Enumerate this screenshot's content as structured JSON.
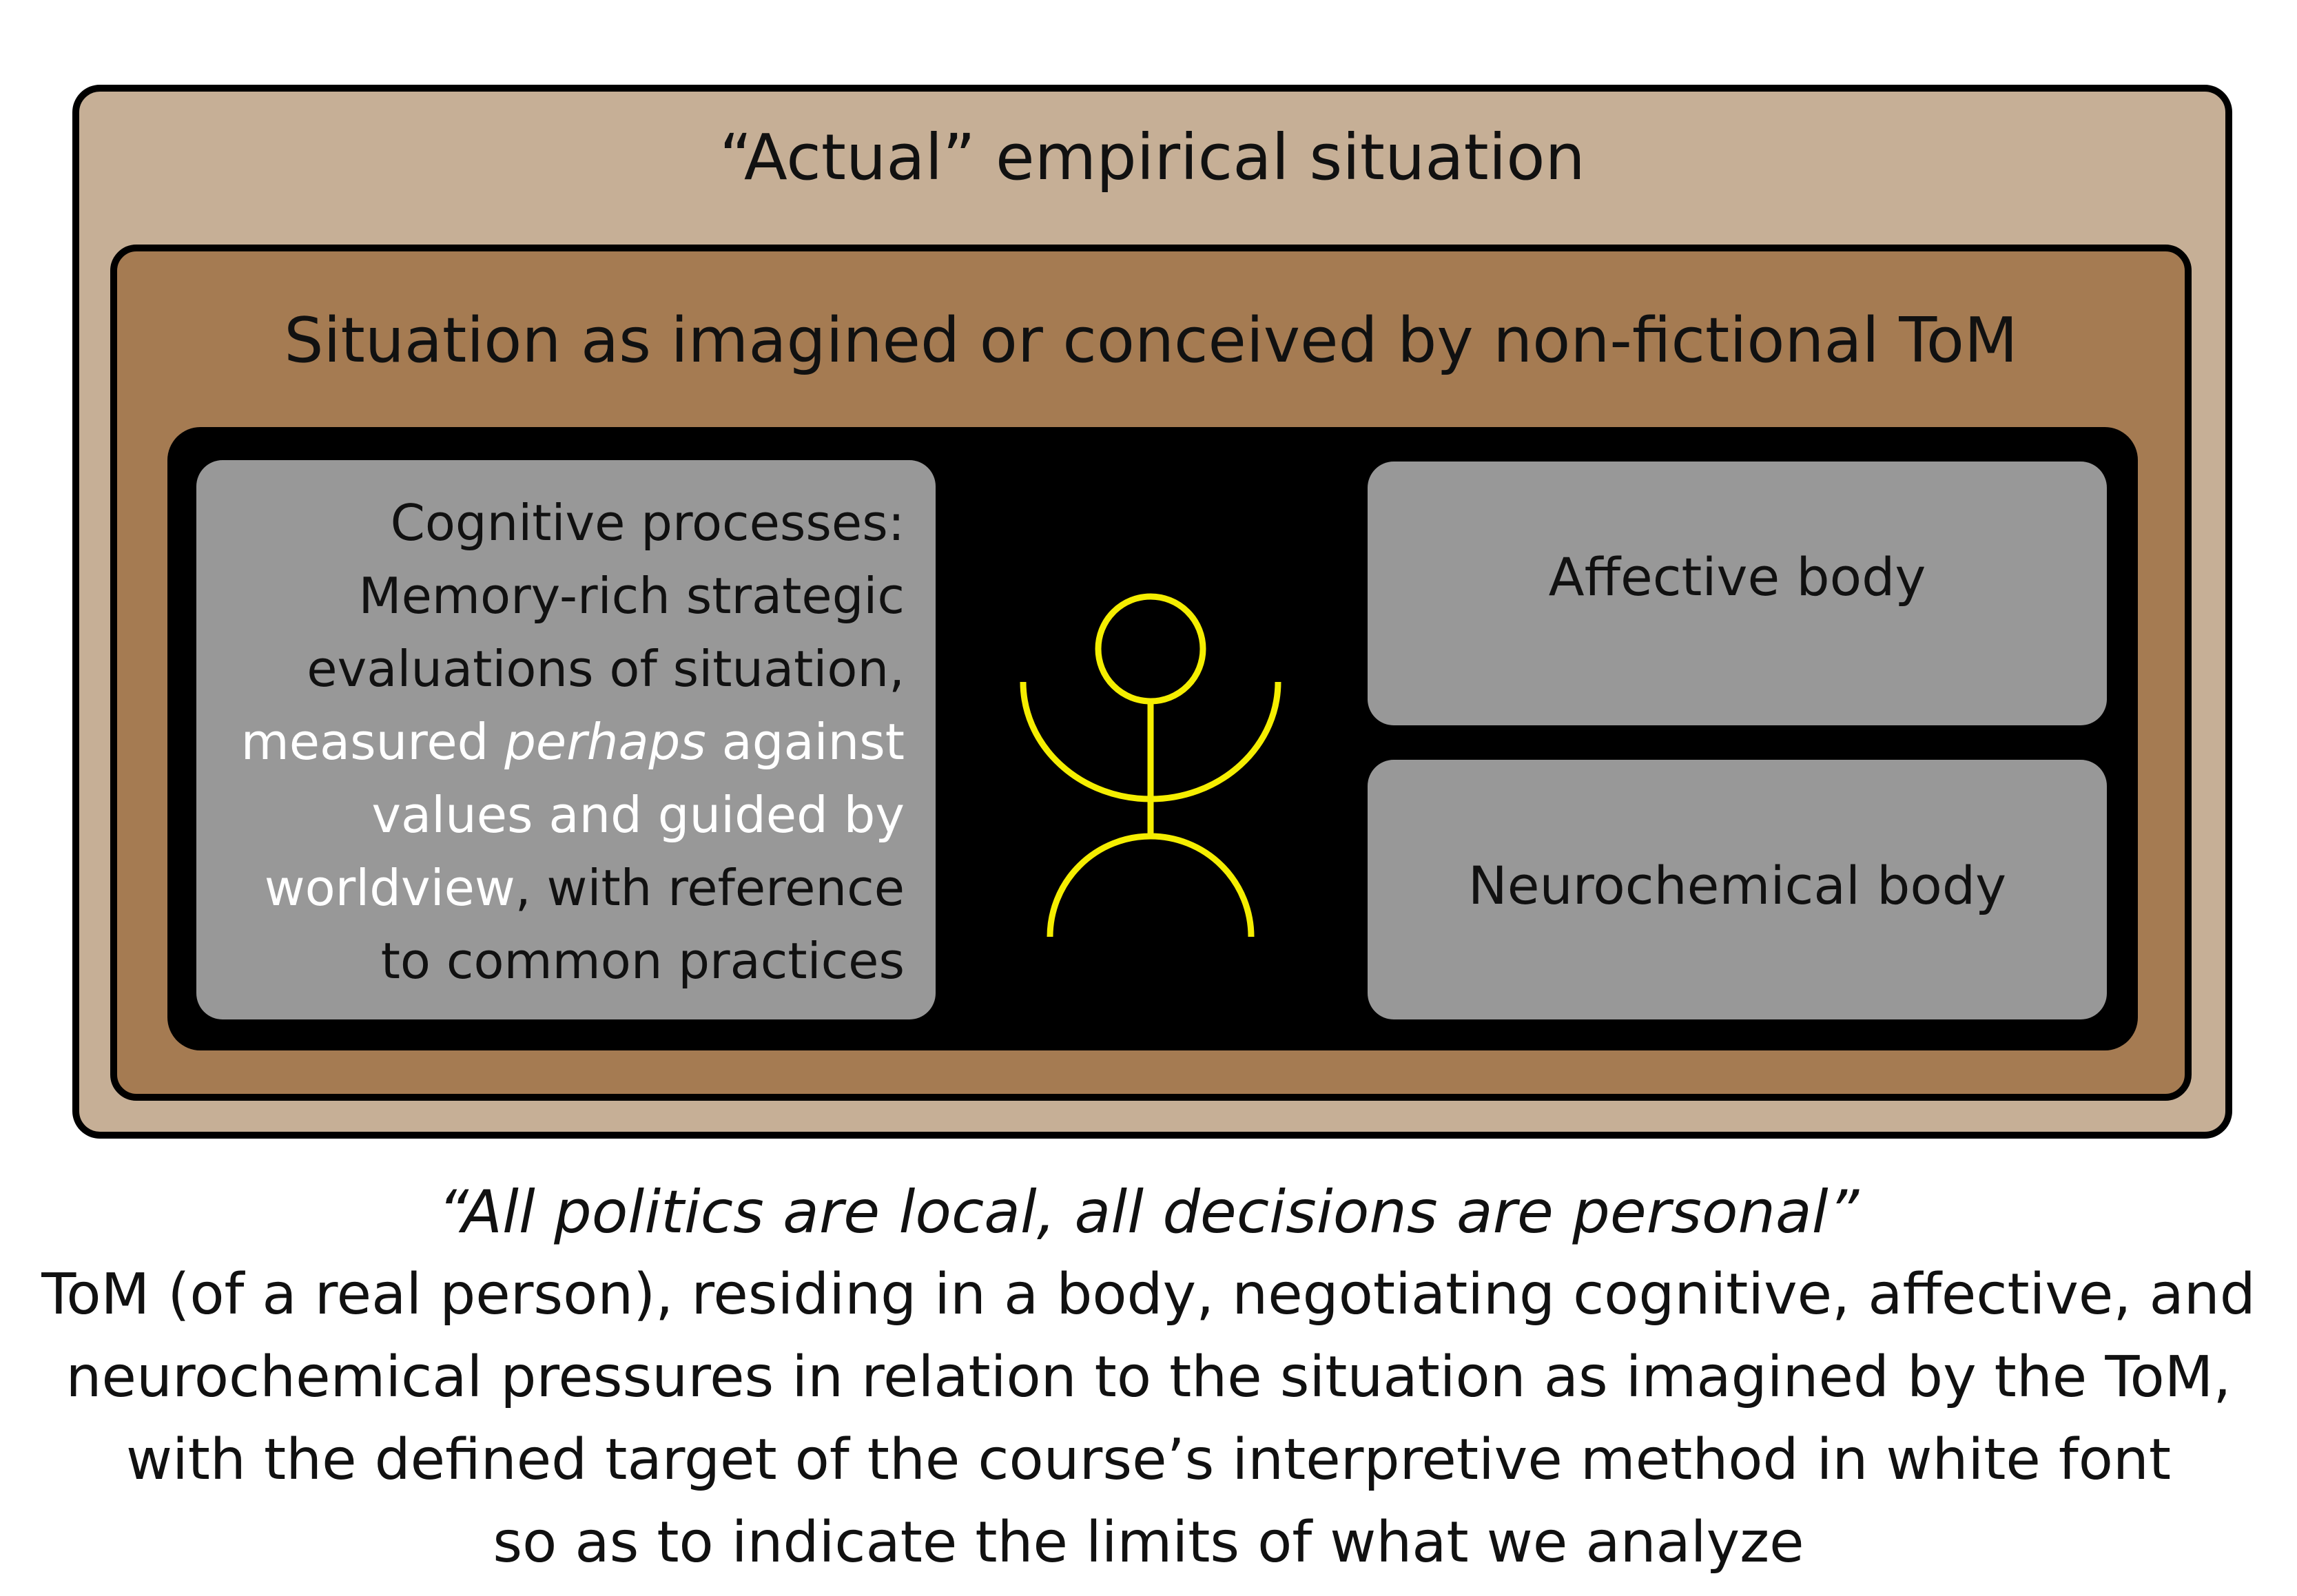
{
  "outer": {
    "title": "“Actual” empirical situation"
  },
  "middle": {
    "title": "Situation as imagined or conceived by non-fictional ToM"
  },
  "cognitive": {
    "line1": "Cognitive processes:",
    "line2": "Memory-rich strategic",
    "line3": "evaluations of situation,",
    "line4_a": "measured ",
    "line4_b": "perhaps",
    "line4_c": " against",
    "line5": "values and guided by",
    "line6_a": "worldview",
    "line6_b": ", with reference",
    "line7": "to common practices"
  },
  "affective": {
    "label": "Affective body"
  },
  "neurochemical": {
    "label": "Neurochemical body"
  },
  "figure": {
    "icon": "stick-figure-icon",
    "color": "#f5ee00"
  },
  "colors": {
    "outer_fill": "#c6af96",
    "middle_fill": "#a57b52",
    "inner_fill": "#000000",
    "panel_fill": "#989898"
  },
  "caption": {
    "quote": "“All politics are local, all decisions are personal”",
    "line1": "ToM (of a real person), residing in a body, negotiating cognitive, affective, and",
    "line2": "neurochemical  pressures in relation to the situation as imagined by the ToM,",
    "line3": "with the defined target of the course’s interpretive method in white font",
    "line4": "so as to indicate the limits of what we analyze"
  }
}
